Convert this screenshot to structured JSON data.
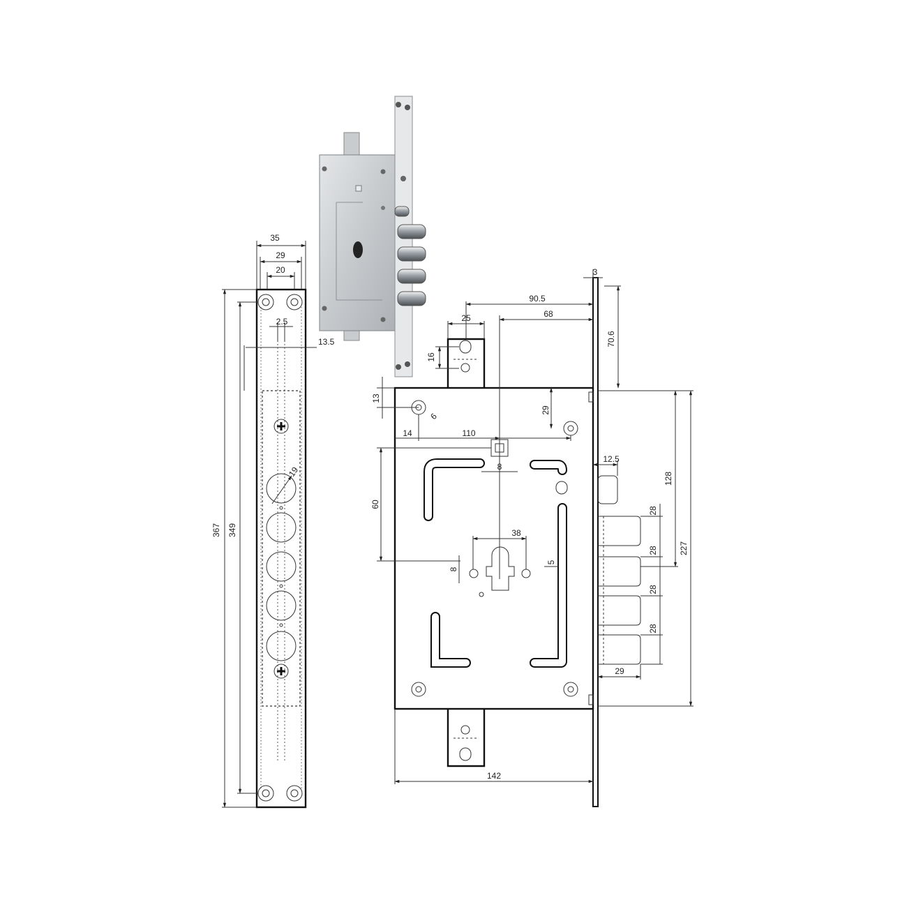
{
  "dimensions": {
    "front_plate": {
      "width_35": "35",
      "width_29": "29",
      "width_20": "20",
      "offset_2_5": "2.5",
      "offset_13_5": "13.5",
      "length_367": "367",
      "length_349": "349",
      "hole_19": "19"
    },
    "lock_body": {
      "thickness_3": "3",
      "backset_90_5": "90.5",
      "backset_68": "68",
      "tab_width_25": "25",
      "tab_height_16": "16",
      "top_70_6": "70.6",
      "offset_13": "13",
      "hole_6": "6",
      "offset_29": "29",
      "offset_14": "14",
      "offset_110": "110",
      "follower_8": "8",
      "bolt_12_5": "12.5",
      "height_60": "60",
      "cylinder_38": "38",
      "cyl_8": "8",
      "cyl_5": "5",
      "bolt_pitch_1": "28",
      "bolt_pitch_2": "28",
      "bolt_pitch_3": "28",
      "bolt_pitch_4": "28",
      "bolt_29": "29",
      "height_128": "128",
      "height_227": "227",
      "width_142": "142"
    }
  }
}
